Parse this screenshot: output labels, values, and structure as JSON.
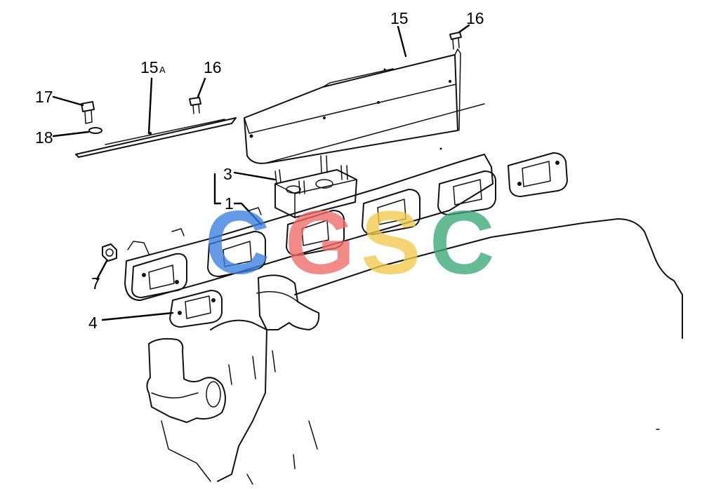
{
  "callouts": {
    "c15": "15",
    "c16_top": "16",
    "c15a_main": "15",
    "c15a_sub": "A",
    "c16_left": "16",
    "c17": "17",
    "c18": "18",
    "c3": "3",
    "c1": "1",
    "c7": "7",
    "c4": "4"
  },
  "watermark": {
    "letters": [
      "C",
      "G",
      "S",
      "C"
    ],
    "colors": [
      "#3b7ee0",
      "#ef6b66",
      "#f2c94c",
      "#3aa876"
    ]
  }
}
